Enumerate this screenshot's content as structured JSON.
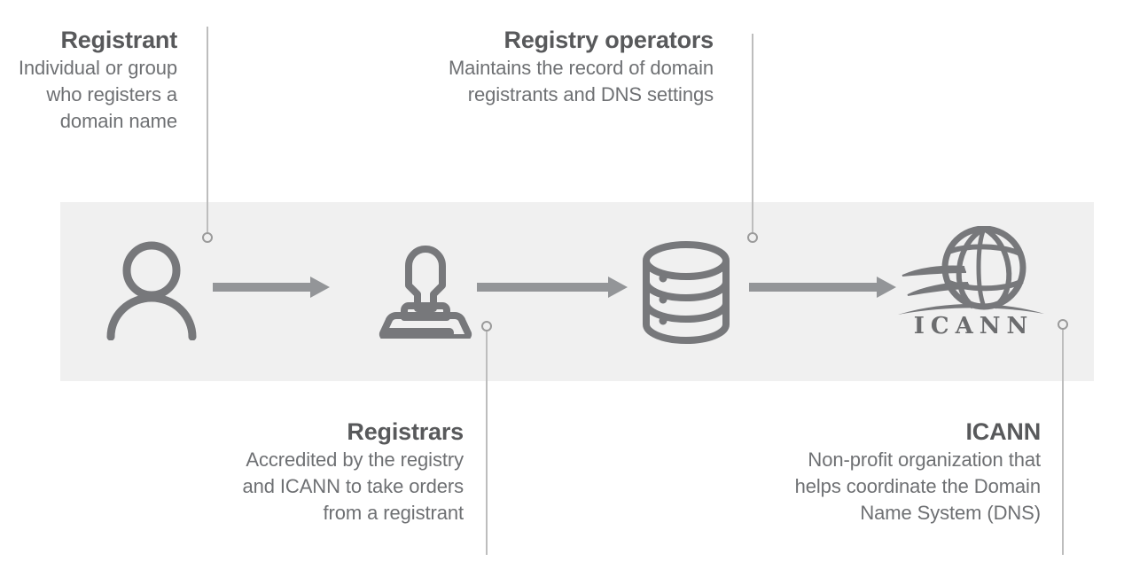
{
  "diagram": {
    "band_color": "#f0f0f0",
    "accent_color": "#808285",
    "title_color": "#58595b",
    "text_color": "#6e7073",
    "connector_color": "#bdbdbd"
  },
  "blocks": {
    "registrant": {
      "title": "Registrant",
      "description": "Individual or group who registers a domain name"
    },
    "registry_operators": {
      "title": "Registry operators",
      "description": "Maintains the record of domain registrants and DNS settings"
    },
    "registrars": {
      "title": "Registrars",
      "description": "Accredited by the registry and ICANN to take orders from a registrant"
    },
    "icann": {
      "title": "ICANN",
      "description": "Non-profit organization that helps coordinate the Domain Name System (DNS)"
    }
  },
  "icons": {
    "registrant": "person-icon",
    "registrars": "stamp-icon",
    "registry_operators": "database-icon",
    "icann": "icann-globe-logo"
  },
  "icann_logo": {
    "wordmark": "ICANN"
  },
  "arrows": {
    "count": 3,
    "direction": "right"
  }
}
